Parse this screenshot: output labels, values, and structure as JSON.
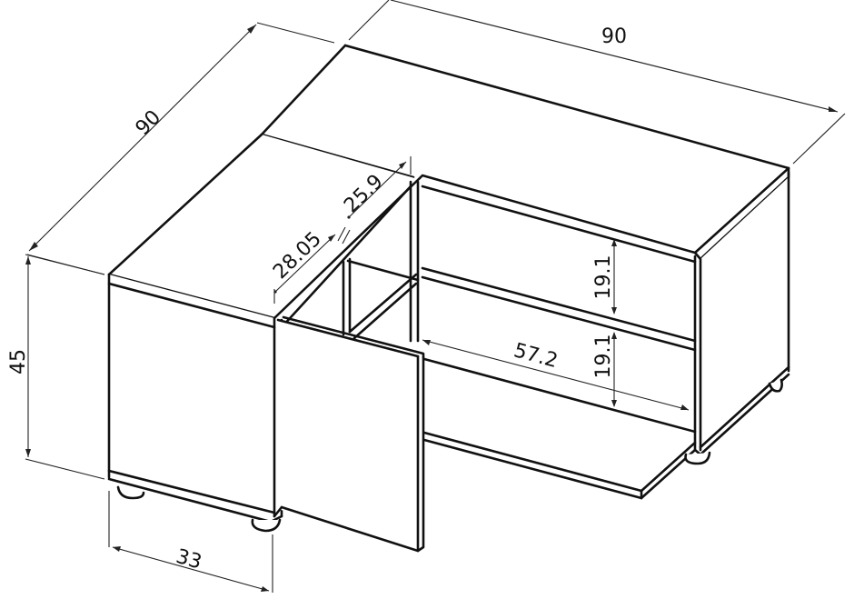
{
  "figure": {
    "type": "dimensioned isometric line drawing",
    "subject": "L-shaped corner TV stand / low cabinet with open shelves, hinged door and feet",
    "units": "cm (implied)",
    "line_color": "#111111",
    "background": "#ffffff"
  },
  "dimensions": {
    "left_depth": "90",
    "right_width": "90",
    "height": "45",
    "module_depth": "33",
    "segment_a": "28.05",
    "segment_b": "25.9",
    "shelf_upper_height": "19.1",
    "shelf_lower_height": "19.1",
    "shelf_width": "57.2"
  },
  "parts": {
    "top_panel": "L-shaped top",
    "left_module": "closed side cabinet",
    "door": "open hinged door",
    "open_compartment": "two-tier open shelf",
    "right_module": "closed side cabinet",
    "feet": [
      "foot-front-left",
      "foot-front-middle",
      "foot-front-right",
      "foot-back-right"
    ]
  }
}
